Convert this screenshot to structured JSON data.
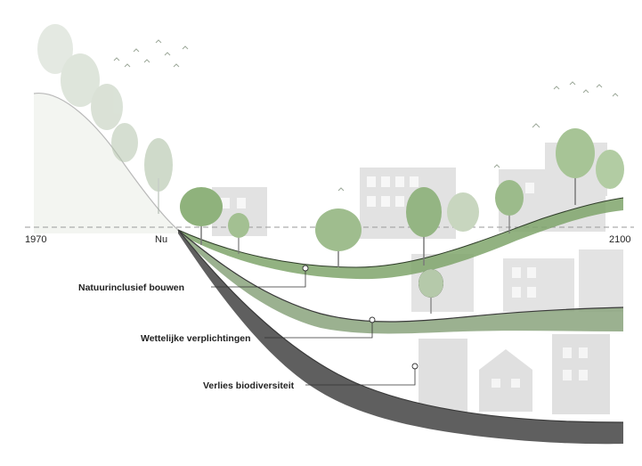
{
  "timeline": {
    "start_label": "1970",
    "now_label": "Nu",
    "end_label": "2100"
  },
  "scenarios": [
    {
      "label": "Natuurinclusief bouwen",
      "color": "#6f9a5e"
    },
    {
      "label": "Wettelijke verplichtingen",
      "color": "#7f9a72"
    },
    {
      "label": "Verlies biodiversiteit",
      "color": "#5d5d5d"
    }
  ],
  "colors": {
    "reference_line": "#9a9a9a",
    "foliage_light": "#c9d8c0",
    "foliage": "#8fb27c",
    "building": "#dcdcdc",
    "hill": "#eef1ec"
  }
}
